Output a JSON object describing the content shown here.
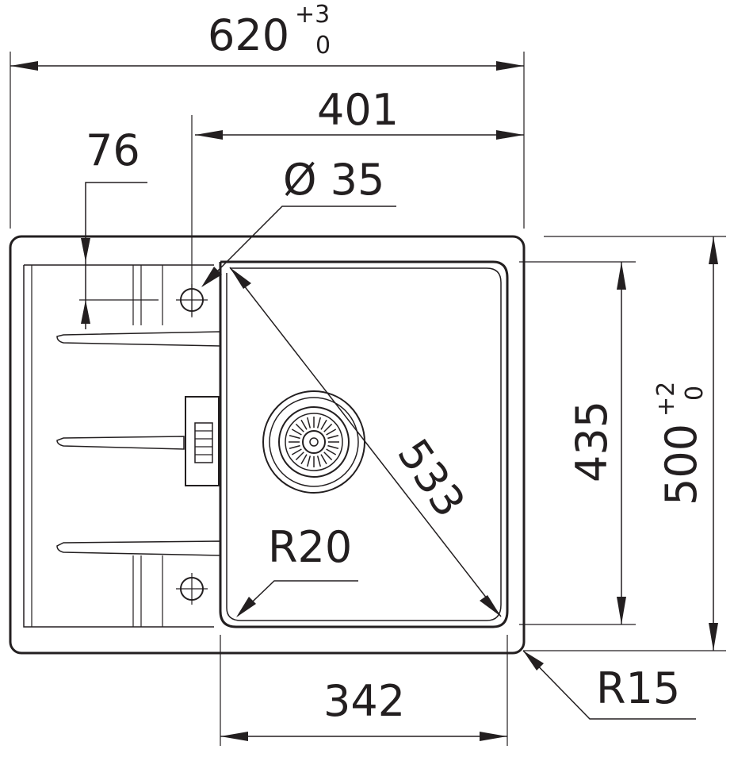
{
  "dimensions": {
    "overall_width": {
      "value": "620",
      "tol_upper": "+3",
      "tol_lower": "0"
    },
    "bowl_offset": {
      "value": "401"
    },
    "tap_hole_offset": {
      "value": "76"
    },
    "tap_hole_diameter": {
      "value": "Ø 35"
    },
    "bowl_diagonal": {
      "value": "533"
    },
    "bowl_inner_radius": {
      "value": "R20"
    },
    "bowl_depth": {
      "value": "435"
    },
    "overall_depth": {
      "value": "500",
      "tol_upper": "+2",
      "tol_lower": "0"
    },
    "corner_radius": {
      "value": "R15"
    },
    "bowl_width": {
      "value": "342"
    }
  },
  "colors": {
    "ink": "#231f20",
    "background": "#ffffff"
  }
}
